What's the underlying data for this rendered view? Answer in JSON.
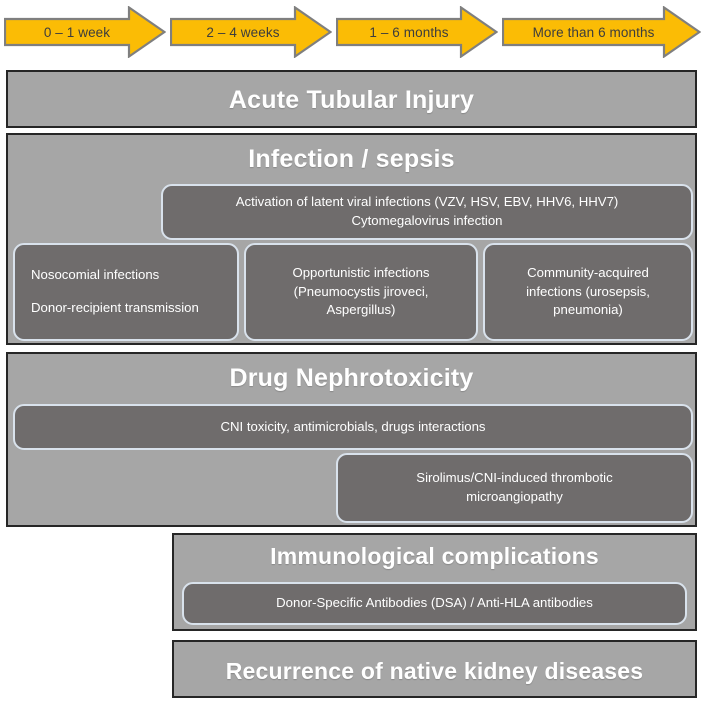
{
  "timeline": {
    "name": "post-transplant-timeline",
    "arrow_fill": "#FBBC05",
    "arrow_border": "#7f7f7f",
    "steps": [
      {
        "label": "0 – 1 week"
      },
      {
        "label": "2 – 4 weeks"
      },
      {
        "label": "1 – 6 months"
      },
      {
        "label": "More than 6 months"
      }
    ]
  },
  "colors": {
    "section_fill": "#a6a6a6",
    "section_border": "#262626",
    "inner_fill": "#6f6c6c",
    "inner_border": "#d9e2ec",
    "title_text": "#ffffff",
    "arrow_text": "#3d3d3d"
  },
  "sections": [
    {
      "id": "acute-tubular-injury",
      "title": "Acute Tubular Injury",
      "boxes": []
    },
    {
      "id": "infection-sepsis",
      "title": "Infection / sepsis",
      "boxes": [
        {
          "id": "latent-viral",
          "lines": [
            "Activation of latent viral infections (VZV, HSV, EBV, HHV6, HHV7)",
            "Cytomegalovirus infection"
          ]
        },
        {
          "id": "nosocomial",
          "lines": [
            "Nosocomial infections",
            "",
            "Donor-recipient transmission"
          ]
        },
        {
          "id": "opportunistic",
          "lines": [
            "Opportunistic infections",
            "(Pneumocystis jiroveci,",
            "Aspergillus)"
          ]
        },
        {
          "id": "community-acquired",
          "lines": [
            "Community-acquired",
            "infections (urosepsis,",
            "pneumonia)"
          ]
        }
      ]
    },
    {
      "id": "drug-nephrotoxicity",
      "title": "Drug Nephrotoxicity",
      "boxes": [
        {
          "id": "cni-toxicity",
          "lines": [
            "CNI toxicity, antimicrobials, drugs interactions"
          ]
        },
        {
          "id": "sirolimus-tma",
          "lines": [
            "Sirolimus/CNI-induced thrombotic",
            "microangiopathy"
          ]
        }
      ]
    },
    {
      "id": "immunological-complications",
      "title": "Immunological complications",
      "boxes": [
        {
          "id": "dsa-antibodies",
          "lines": [
            "Donor-Specific Antibodies (DSA) / Anti-HLA antibodies"
          ]
        }
      ]
    },
    {
      "id": "recurrence-native-kidney",
      "title": "Recurrence of native kidney diseases",
      "boxes": []
    }
  ]
}
